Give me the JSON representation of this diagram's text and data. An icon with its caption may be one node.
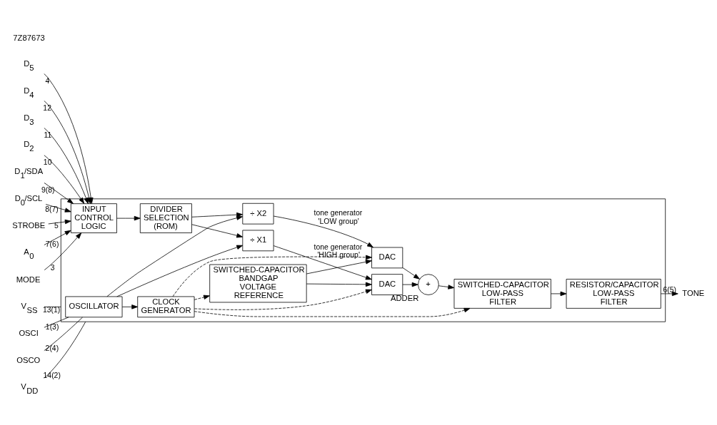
{
  "diagram": {
    "nodes": [
      {
        "text": [],
        "shape": "box"
      },
      {
        "text": [
          "OSCI"
        ]
      },
      {
        "text": [
          "OSCO"
        ]
      },
      {
        "text": [
          "V$_{DD}$"
        ]
      },
      {
        "text": [
          "V$_{SS}$"
        ]
      },
      {
        "text": [
          "MODE"
        ]
      },
      {
        "text": [
          "D$_{5}$"
        ]
      },
      {
        "text": [
          "D$_{4}$"
        ]
      },
      {
        "text": [
          "D$_{3}$"
        ]
      },
      {
        "text": [
          "D$_{2}$"
        ]
      },
      {
        "text": [
          "D$_{1}$/SDA"
        ]
      },
      {
        "text": [
          "D$_{0}$/SCL"
        ]
      },
      {
        "text": [
          "STROBE"
        ]
      },
      {
        "text": [
          "A$_{0}$"
        ]
      },
      {
        "text": [
          "TONE"
        ]
      },
      {
        "text": [
          "OSCILLATOR"
        ],
        "in": 0
      },
      {
        "text": [
          "CLOCK GENERATOR"
        ],
        "in": 0
      },
      {
        "text": [
          "÷ X1"
        ],
        "in": 0
      },
      {
        "text": [
          "INPUT CONTROL LOGIC"
        ],
        "in": 0
      },
      {
        "text": [
          "DIVIDER SELECTION (ROM)"
        ],
        "in": 0
      },
      {
        "text": [
          "SWITCHED-CAPACITOR BANDGAP VOLTAGE REFERENCE"
        ],
        "in": 0
      },
      {
        "text": [
          "DAC"
        ],
        "in": 0
      },
      {
        "text": [
          "+"
        ],
        "beside": [
          "ADDER"
        ],
        "in": 0
      },
      {
        "text": [
          "SWITCHED-CAPACITOR LOW-PASS FILTER"
        ],
        "in": 0
      },
      {
        "text": [
          "RESISTOR/CAPACITOR LOW-PASS FILTER"
        ],
        "in": 0
      },
      {
        "text": [
          "DAC"
        ],
        "in": 0
      },
      {
        "text": [
          "÷ X2"
        ],
        "in": 0
      }
    ],
    "edges": [
      {
        "from": 1,
        "to": 15,
        "arrow": "none",
        "label": "1(3)"
      },
      {
        "from": 2,
        "to": 15,
        "arrow": "none",
        "label": "2(4)"
      },
      {
        "from": 3,
        "to": 0,
        "arrow": "none",
        "label": "14(2)"
      },
      {
        "from": 4,
        "to": 0,
        "arrow": "none",
        "label": "13(1)"
      },
      {
        "from": 5,
        "to": 18,
        "arrow": "to",
        "label": "3"
      },
      {
        "from": 6,
        "to": 18,
        "arrow": "to",
        "label": "4"
      },
      {
        "from": 7,
        "to": 18,
        "arrow": "to",
        "label": "12"
      },
      {
        "from": 8,
        "to": 18,
        "arrow": "to",
        "label": "11"
      },
      {
        "from": 9,
        "to": 18,
        "arrow": "to",
        "label": "10"
      },
      {
        "from": 10,
        "to": 18,
        "arrow": "to",
        "label": "9(8)"
      },
      {
        "from": 11,
        "to": 18,
        "arrow": "to",
        "label": "8(7)"
      },
      {
        "from": 12,
        "to": 18,
        "arrow": "to",
        "label": "5"
      },
      {
        "from": 13,
        "to": 18,
        "arrow": "to",
        "label": "7(6)"
      },
      {
        "from": 15,
        "to": 16,
        "arrow": "to"
      },
      {
        "from": 15,
        "to": 17,
        "arrow": "to"
      },
      {
        "from": 15,
        "to": 26,
        "arrow": "to"
      },
      {
        "from": 16,
        "to": 20,
        "arrow": "to",
        "style": "dashed"
      },
      {
        "from": 16,
        "to": 21,
        "arrow": "to",
        "style": "dashed"
      },
      {
        "from": 16,
        "to": 25,
        "arrow": "to",
        "style": "dashed"
      },
      {
        "from": 16,
        "to": 23,
        "arrow": "to",
        "style": "dashed"
      },
      {
        "from": 18,
        "to": 19,
        "arrow": "to"
      },
      {
        "from": 19,
        "to": 17,
        "arrow": "to"
      },
      {
        "from": 19,
        "to": 26,
        "arrow": "to"
      },
      {
        "from": 17,
        "to": 21,
        "arrow": "to",
        "label": "tone generator 'HIGH group'"
      },
      {
        "from": 26,
        "to": 25,
        "arrow": "to",
        "label": "tone generator 'LOW group'"
      },
      {
        "from": 20,
        "to": 21,
        "arrow": "to"
      },
      {
        "from": 20,
        "to": 25,
        "arrow": "to"
      },
      {
        "from": 21,
        "to": 22,
        "arrow": "to"
      },
      {
        "from": 25,
        "to": 22,
        "arrow": "to"
      },
      {
        "from": 22,
        "to": 23,
        "arrow": "to"
      },
      {
        "from": 23,
        "to": 24,
        "arrow": "to"
      },
      {
        "from": 24,
        "to": 14,
        "arrow": "to",
        "label": "6(5)"
      }
    ],
    "labels": [
      "7Z87673"
    ]
  }
}
